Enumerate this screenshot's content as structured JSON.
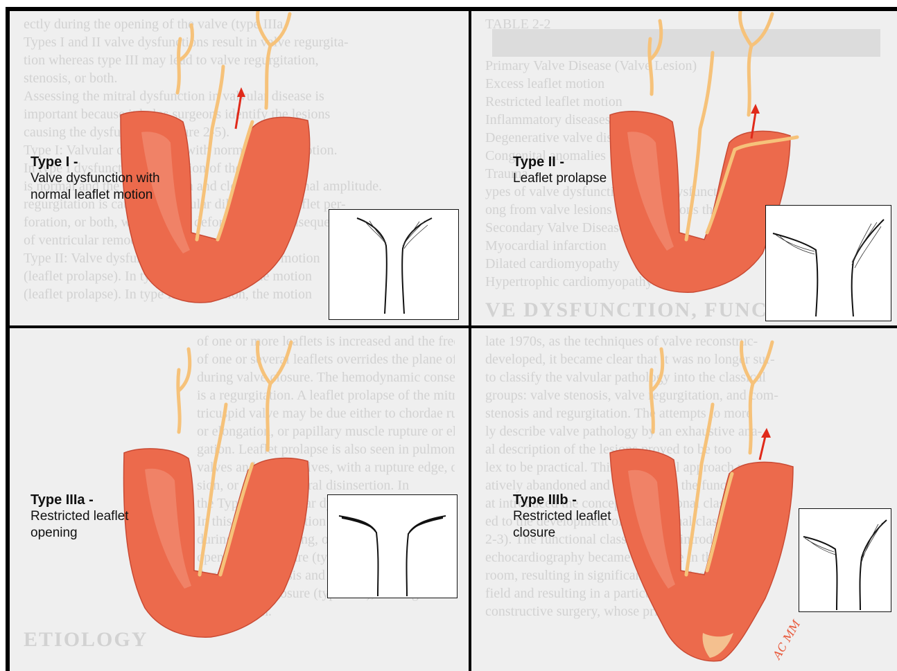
{
  "panels": [
    {
      "title": "Type I -",
      "description_lines": [
        "Valve dysfunction with",
        "normal leaflet motion"
      ],
      "background_lines": [
        "ectly during the opening of the valve (type IIIa",
        "Types I and II valve dysfunctions result in valve regurgita-",
        "tion whereas type III may lead to valve regurgitation,",
        "stenosis, or both.",
        "Assessing the mitral dysfunction in valvular disease is",
        "important because it helps surgeons identify the lesions",
        "causing the dysfunction (Figure 2-5).",
        "Type I: Valvular dysfunction with normal leaflet motion.",
        "In type I dysfunction, the motion of the leaflets",
        "is normal and the leaflets open and close with normal amplitude.",
        "regurgitation is caused by annular dilatation or leaflet per-",
        "foration, or both, with annular deformation, a consequence",
        "of ventricular remodeling.",
        "Type II: Valve dysfunction with excess leaflet motion",
        "(leaflet prolapse). In type II dysfunction, the motion"
      ]
    },
    {
      "title": "Type II -",
      "description_lines": [
        "Leaflet prolapse"
      ],
      "background_lines": [
        "TABLE 2-2",
        "Primary Valve Disease (Valve Lesion)",
        "Excess leaflet motion",
        "Restricted leaflet motion",
        "Inflammatory diseases",
        "Degenerative valve diseases",
        "Congenital anomalies",
        "Trauma",
        "ypes of valve dysfunction on the dysfunctions",
        "ong from valve lesions that are lesions themselves",
        "Secondary Valve Disease",
        "Myocardial infarction",
        "Dilated cardiomyopathy",
        "Hypertrophic cardiomyopathy",
        "VE DYSFUNCTION, FUNCTIONAL CLASSIFICATION"
      ]
    },
    {
      "title": "Type IIIa -",
      "description_lines": [
        "Restricted leaflet",
        "opening"
      ],
      "background_lines": [
        "of one or more leaflets is increased and the free edge",
        "of one or several leaflets overrides the plane of the orifice",
        "during valve closure. The hemodynamic consequence",
        "is a regurgitation. A leaflet prolapse of the mitral or",
        "tricuspid valve may be due either to chordae rupture",
        "or elongation, or papillary muscle rupture or elon-",
        "gation. Leaflet prolapse is also seen in pulmonary",
        "valves and aortic valves, with a rupture edge, disten-",
        "sion, or a commissural disinsertion. In",
        "the Type III: Valvular dysfunction with reduced leaflet motion.",
        "In this type, the motion of the leaflets is restricted",
        "during valve opening, or closure, or both, either during valve",
        "opening and closure (type IIIa), leading to various",
        "degrees of stenosis and regurgitation, or",
        "during valve closure (type IIIb), leading to valve",
        "regurgitation.",
        "ETIOLOGY"
      ]
    },
    {
      "title": "Type IIIb -",
      "description_lines": [
        "Restricted leaflet",
        "closure"
      ],
      "background_lines": [
        "late 1970s, as the techniques of valve reconstruc-",
        "developed, it became clear that it was no longer suf-",
        "to classify the valvular pathology into the classical",
        "groups: valve stenosis, valve regurgitation, and com-",
        "stenosis and regurgitation. The attempts to more",
        "ly describe valve pathology by an exhaustive ana-",
        "al description of the lesions proved to be too",
        "lex to be practical. This anatomical approach was",
        "atively abandoned and replaced by the functional",
        "at introduced the concept of functional classification",
        "ed to the development of a functional classification",
        "2-3). The functional classification, introduced",
        "echocardiography became available in the operat-",
        "room, resulting in significant simplification of a",
        "field and resulting in a particularly important for",
        "constructive surgery, whose primary aim was to"
      ],
      "signature": "AC MM"
    }
  ]
}
